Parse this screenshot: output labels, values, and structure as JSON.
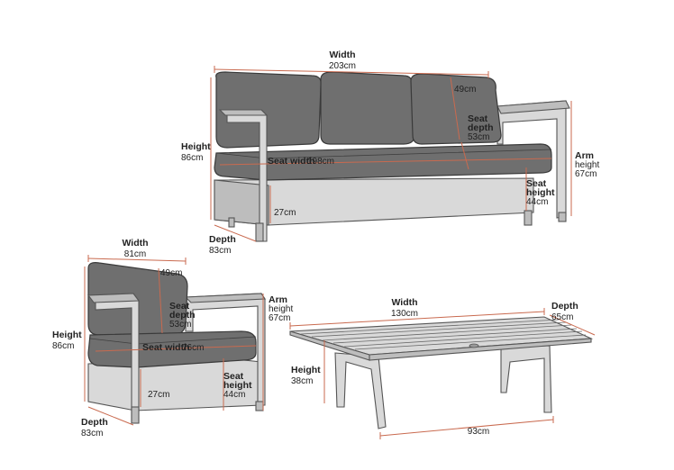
{
  "sofa": {
    "width_title": "Width",
    "width_value": "203cm",
    "height_title": "Height",
    "height_value": "86cm",
    "depth_title": "Depth",
    "depth_value": "83cm",
    "back_label": "49cm",
    "seat_depth_l1": "Seat",
    "seat_depth_l2": "depth",
    "seat_depth_value": "53cm",
    "arm_l1": "Arm",
    "arm_l2": "height",
    "arm_value": "67cm",
    "seat_width_label": "Seat width",
    "seat_width_value": "198cm",
    "seat_height_l1": "Seat",
    "seat_height_l2": "height",
    "seat_height_value": "44cm",
    "clearance_value": "27cm"
  },
  "chair": {
    "width_title": "Width",
    "width_value": "81cm",
    "height_title": "Height",
    "height_value": "86cm",
    "depth_title": "Depth",
    "depth_value": "83cm",
    "back_label": "49cm",
    "seat_depth_l1": "Seat",
    "seat_depth_l2": "depth",
    "seat_depth_value": "53cm",
    "arm_l1": "Arm",
    "arm_l2": "height",
    "arm_value": "67cm",
    "seat_width_label": "Seat width",
    "seat_width_value": "76cm",
    "seat_height_l1": "Seat",
    "seat_height_l2": "height",
    "seat_height_value": "44cm",
    "clearance_value": "27cm"
  },
  "table": {
    "width_title": "Width",
    "width_value": "130cm",
    "depth_title": "Depth",
    "depth_value": "65cm",
    "height_title": "Height",
    "height_value": "38cm",
    "leg_span_value": "93cm"
  },
  "colors": {
    "dimension_line": "#c96a4f",
    "cushion": "#6f6f6f",
    "frame": "#d9d9d9"
  }
}
